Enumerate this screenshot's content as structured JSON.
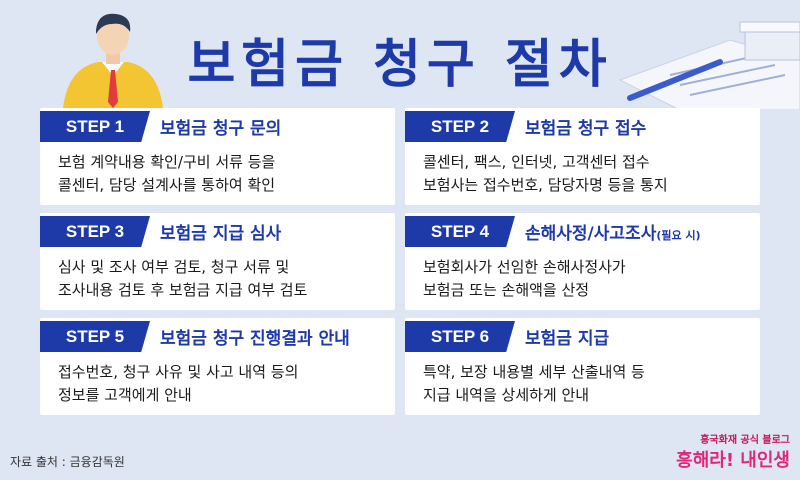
{
  "title": "보험금 청구 절차",
  "steps": [
    {
      "label": "STEP 1",
      "title": "보험금 청구 문의",
      "title_note": "",
      "lines": [
        "보험 계약내용 확인/구비 서류 등을",
        "콜센터, 담당 설계사를 통하여 확인"
      ]
    },
    {
      "label": "STEP 2",
      "title": "보험금 청구 접수",
      "title_note": "",
      "lines": [
        "콜센터, 팩스, 인터넷, 고객센터 접수",
        "보험사는 접수번호, 담당자명 등을 통지"
      ]
    },
    {
      "label": "STEP 3",
      "title": "보험금 지급 심사",
      "title_note": "",
      "lines": [
        "심사 및 조사 여부 검토, 청구 서류 및",
        "조사내용 검토 후 보험금 지급 여부 검토"
      ]
    },
    {
      "label": "STEP 4",
      "title": "손해사정/사고조사",
      "title_note": "(필요 시)",
      "lines": [
        "보험회사가 선임한 손해사정사가",
        "보험금 또는 손해액을 산정"
      ]
    },
    {
      "label": "STEP 5",
      "title": "보험금 청구 진행결과 안내",
      "title_note": "",
      "lines": [
        "접수번호, 청구 사유 및 사고 내역 등의",
        "정보를 고객에게 안내"
      ]
    },
    {
      "label": "STEP 6",
      "title": "보험금 지급",
      "title_note": "",
      "lines": [
        "특약, 보장 내용별 세부 산출내역 등",
        "지급 내역을 상세하게 안내"
      ]
    }
  ],
  "source": "자료 출처 : 금융감독원",
  "brand": {
    "small": "흥국화재 공식 블로그",
    "big": "흥해라! 내인생"
  },
  "colors": {
    "accent": "#1d3aa8",
    "background": "#dfe6f3",
    "brand": "#e0287a"
  }
}
